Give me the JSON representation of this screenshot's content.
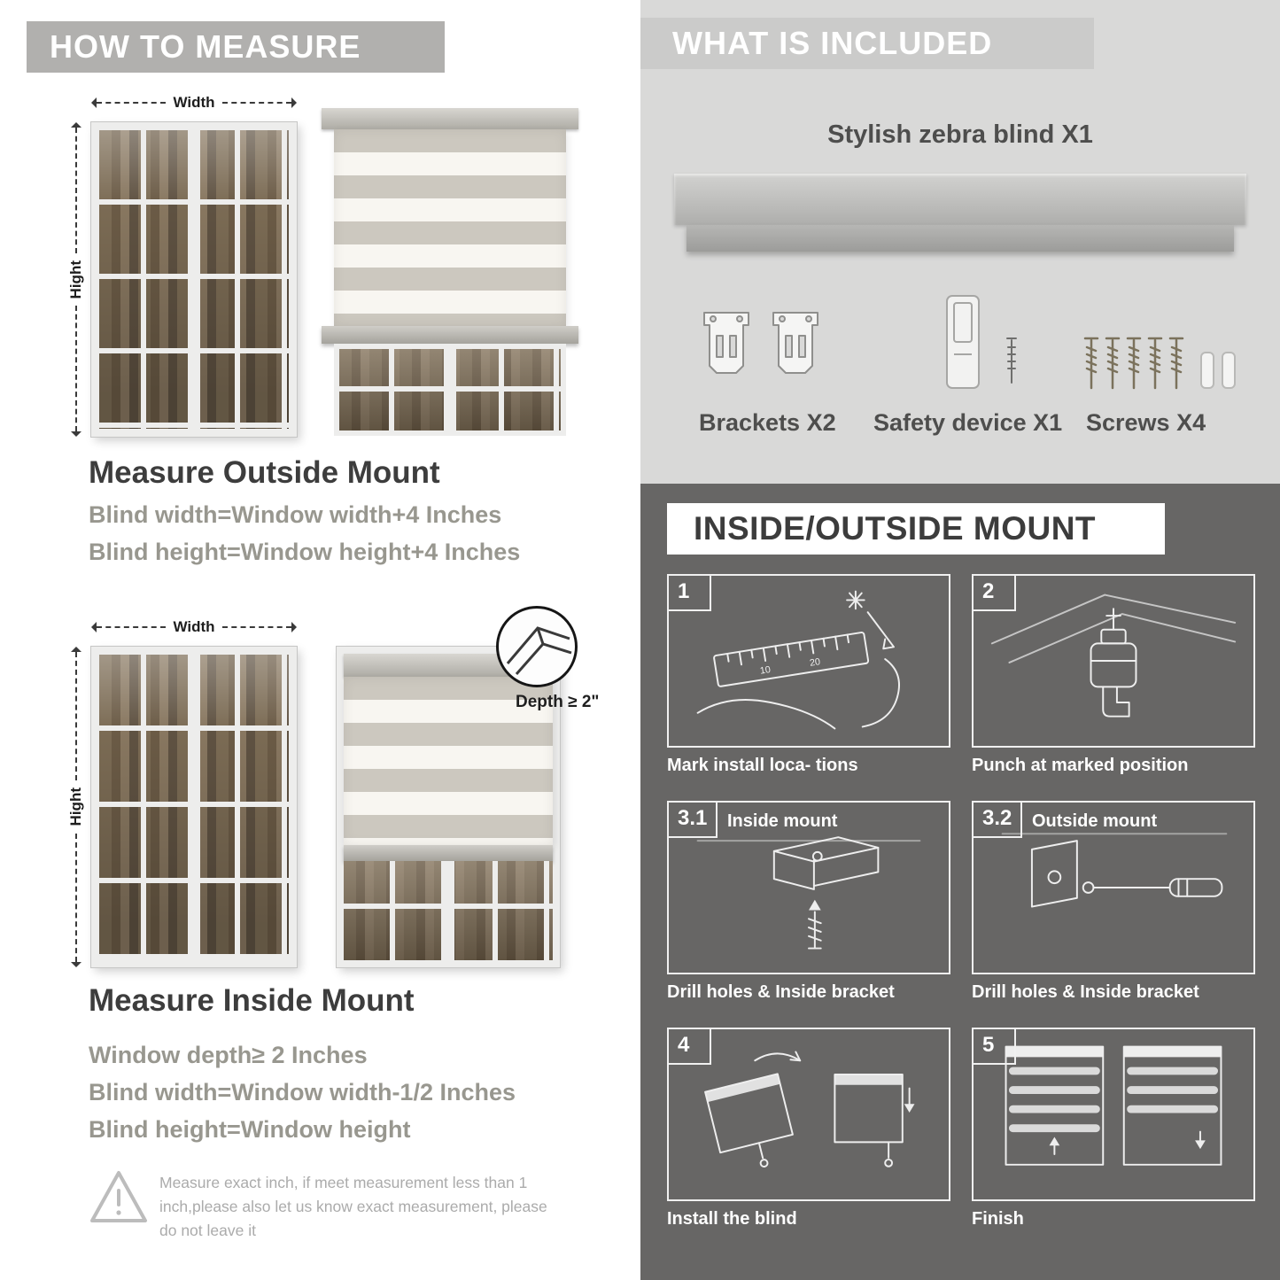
{
  "colors": {
    "banner_gray": "#b1b0ae",
    "included_bg": "#d9d9d8",
    "dark_panel_bg": "#676665",
    "title_dark": "#3d3d3d",
    "formula_gray": "#98978f"
  },
  "icons": {
    "warning": "warning-triangle",
    "depth_detail": "corner-magnifier-circle"
  },
  "left": {
    "header": "HOW TO MEASURE",
    "labels": {
      "width": "Width",
      "height": "Hight"
    },
    "outside": {
      "title": "Measure Outside Mount",
      "line1": "Blind width=Window width+4 Inches",
      "line2": "Blind height=Window height+4 Inches"
    },
    "inside": {
      "title": "Measure Inside Mount",
      "depth": "Depth ≥ 2\"",
      "line1": "Window depth≥ 2 Inches",
      "line2": "Blind width=Window width-1/2 Inches",
      "line3": "Blind height=Window height"
    },
    "note": "Measure exact inch, if meet measurement less than 1 inch,please also let us know exact measurement, please do not leave it"
  },
  "included": {
    "header": "WHAT IS INCLUDED",
    "blind_label": "Stylish zebra blind X1",
    "items": [
      {
        "label": "Brackets X2"
      },
      {
        "label": "Safety device X1"
      },
      {
        "label": "Screws X4"
      }
    ]
  },
  "mount": {
    "header": "INSIDE/OUTSIDE MOUNT",
    "steps": [
      {
        "num": "1",
        "caption": "Mark install loca- tions"
      },
      {
        "num": "2",
        "caption": "Punch at marked position"
      },
      {
        "num": "3.1",
        "label": "Inside mount",
        "caption": "Drill holes & Inside bracket"
      },
      {
        "num": "3.2",
        "label": "Outside mount",
        "caption": "Drill holes & Inside bracket"
      },
      {
        "num": "4",
        "caption": "Install the blind"
      },
      {
        "num": "5",
        "caption": "Finish"
      }
    ]
  }
}
